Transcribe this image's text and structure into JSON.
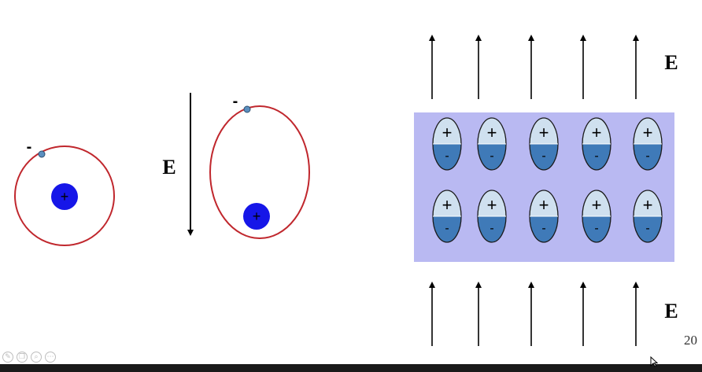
{
  "slide": {
    "atom_electron_charge": "-",
    "polarized_electron_charge": "-",
    "nucleus_charge": "+",
    "field_label": "E",
    "top_field_label": "E",
    "bottom_field_label": "E",
    "dipole_positive": "+",
    "dipole_negative": "-",
    "page_number": "20"
  },
  "dielectric": {
    "rows": 2,
    "columns": 5
  },
  "field_arrows": {
    "count_top": 5,
    "count_bottom": 5,
    "middle_direction": "down",
    "side_direction": "up"
  },
  "controls": [
    {
      "name": "pen-icon",
      "glyph": "✎"
    },
    {
      "name": "slides-icon",
      "glyph": "❐"
    },
    {
      "name": "zoom-icon",
      "glyph": "⌕"
    },
    {
      "name": "more-icon",
      "glyph": "⋯"
    }
  ],
  "colors": {
    "orbit": "#c0272d",
    "nucleus": "#1616e8",
    "electron": "#5b8fbf",
    "slab": "#b9b9f2",
    "dipole_top": "#cfe0ef",
    "dipole_bottom": "#3f7ab8"
  }
}
